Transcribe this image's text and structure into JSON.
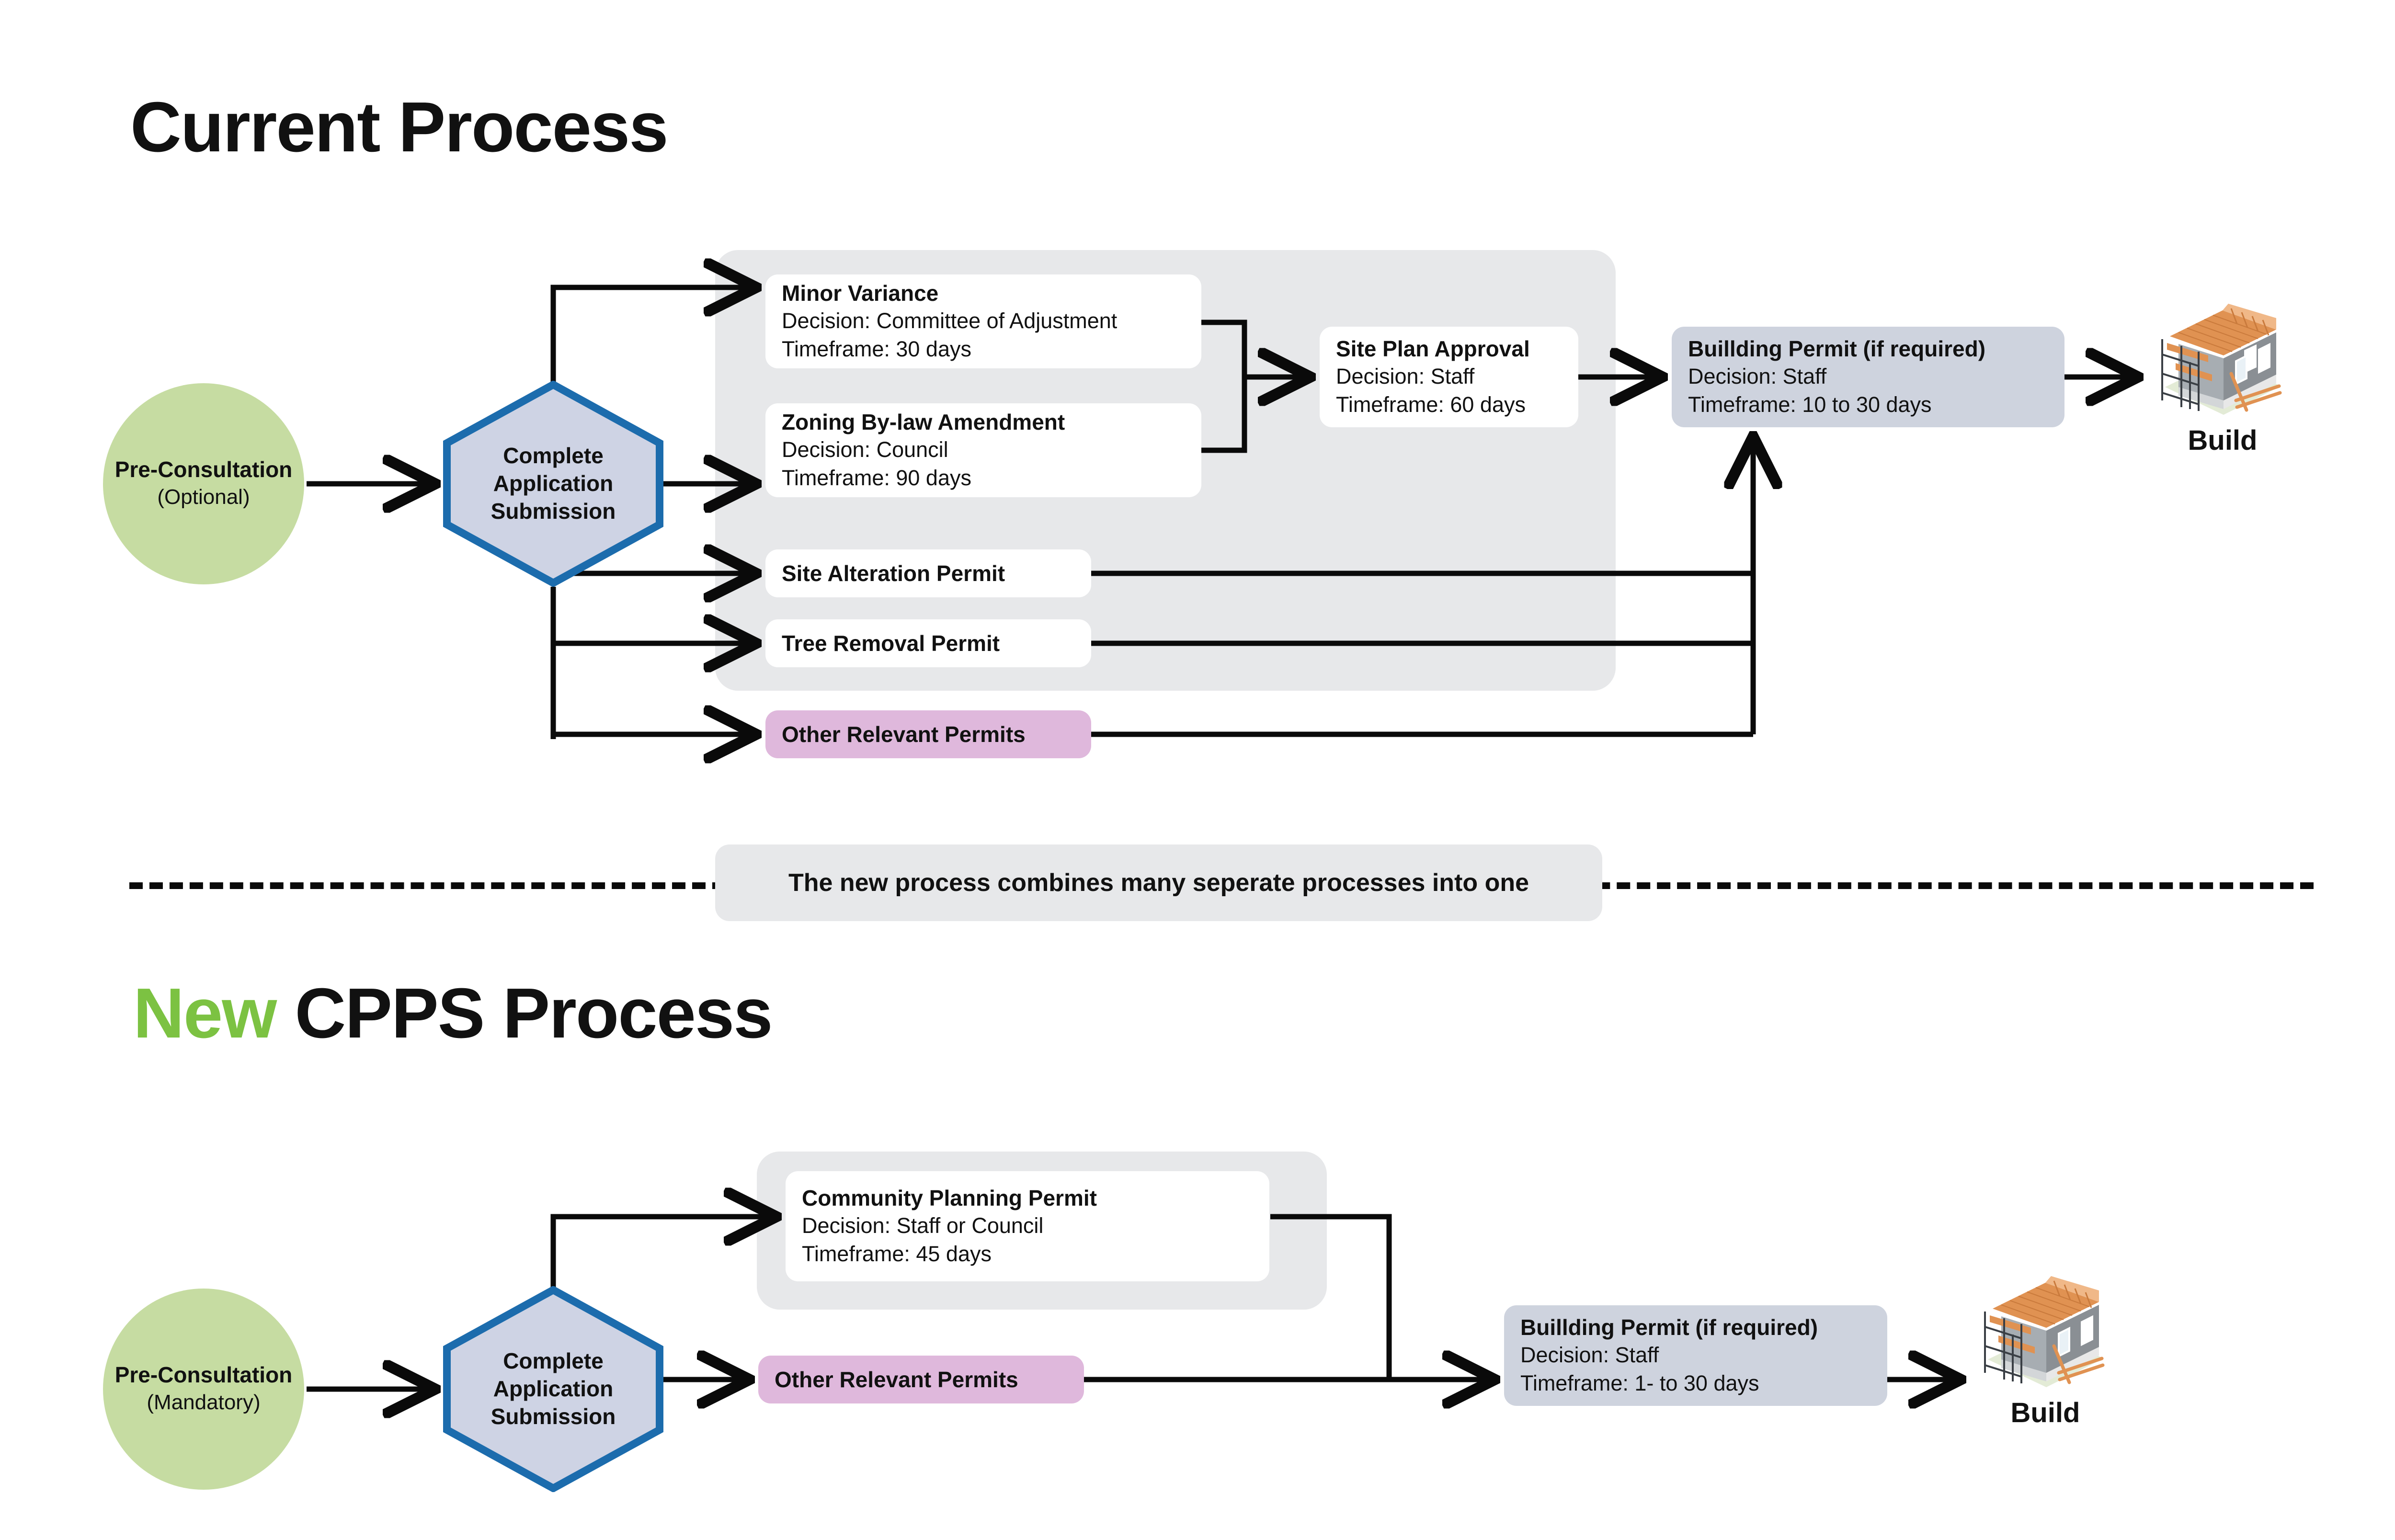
{
  "meta": {
    "colors": {
      "green_circle": "#C6DCA2",
      "hex_fill": "#CED3E4",
      "hex_border": "#1C6CAD",
      "panel_grey": "#E7E8EA",
      "card_grey": "#CED3DE",
      "card_purple": "#DFB8DC",
      "accent_green": "#7CC242",
      "line_black": "#0A0A0A"
    }
  },
  "sections": {
    "current": {
      "title": "Current Process",
      "pre_consultation": {
        "name": "Pre-Consultation",
        "note": "(Optional)"
      },
      "submission": {
        "line1": "Complete",
        "line2": "Application",
        "line3": "Submission"
      },
      "cards": {
        "minor_variance": {
          "title": "Minor Variance",
          "decision": "Decision: Committee of Adjustment",
          "timeframe": "Timeframe: 30 days"
        },
        "zoning_amendment": {
          "title": "Zoning By-law Amendment",
          "decision": "Decision: Council",
          "timeframe": "Timeframe: 90 days"
        },
        "site_alteration": {
          "title": "Site Alteration Permit"
        },
        "tree_removal": {
          "title": "Tree Removal Permit"
        },
        "other_permits": {
          "title": "Other Relevant Permits"
        },
        "site_plan_approval": {
          "title": "Site Plan Approval",
          "decision": "Decision: Staff",
          "timeframe": "Timeframe: 60 days"
        },
        "building_permit": {
          "title": "Buillding Permit (if required)",
          "decision": "Decision: Staff",
          "timeframe": "Timeframe: 10 to 30 days"
        }
      },
      "build": {
        "label": "Build"
      }
    },
    "divider": {
      "text": "The new process combines many seperate processes into one"
    },
    "new": {
      "title_accent": "New",
      "title_rest": " CPPS Process",
      "pre_consultation": {
        "name": "Pre-Consultation",
        "note": "(Mandatory)"
      },
      "submission": {
        "line1": "Complete",
        "line2": "Application",
        "line3": "Submission"
      },
      "cards": {
        "community_planning_permit": {
          "title": "Community Planning Permit",
          "decision": "Decision: Staff or Council",
          "timeframe": "Timeframe: 45 days"
        },
        "other_permits": {
          "title": "Other Relevant Permits"
        },
        "building_permit": {
          "title": "Buillding Permit (if required)",
          "decision": "Decision: Staff",
          "timeframe": "Timeframe: 1- to 30 days"
        }
      },
      "build": {
        "label": "Build"
      }
    }
  }
}
